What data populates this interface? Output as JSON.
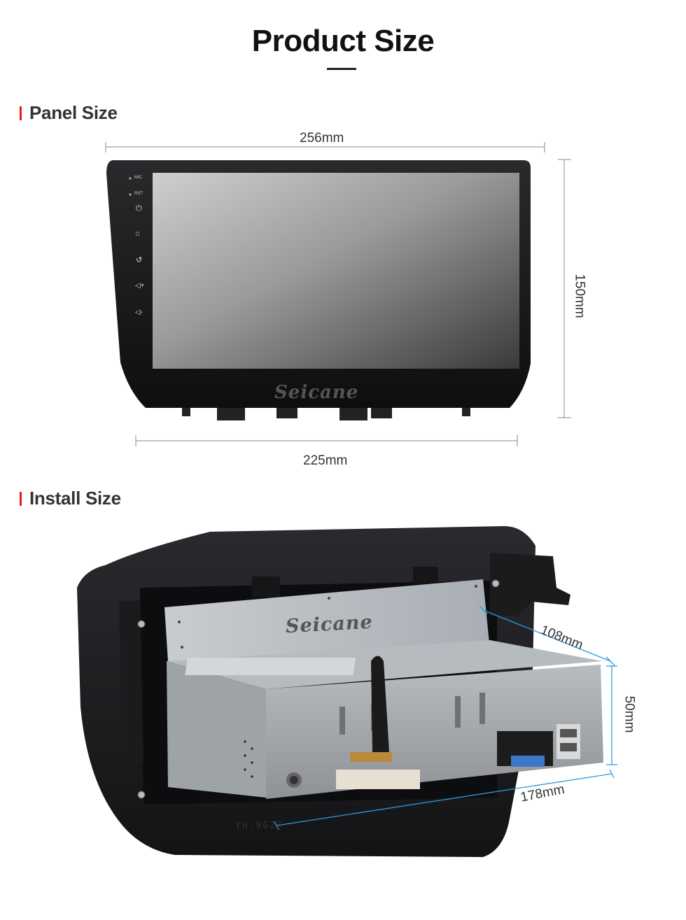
{
  "page": {
    "title": "Product Size"
  },
  "panel_section": {
    "heading": "Panel Size",
    "width_top": "256mm",
    "height_side": "150mm",
    "width_bottom": "225mm",
    "button_labels": {
      "mic": "MIC",
      "rst": "RST"
    },
    "icons": [
      "power-icon",
      "home-icon",
      "back-icon",
      "volume-up-icon",
      "volume-down-icon"
    ],
    "brand": "Seicane"
  },
  "install_section": {
    "heading": "Install Size",
    "depth": "108mm",
    "height": "50mm",
    "width": "178mm",
    "brand": "Seicane",
    "chassis_marking": "YH-9623"
  },
  "colors": {
    "accent_red": "#e02020",
    "dimension_blue": "#2f9ae0",
    "bezel": "#1a1a1c"
  }
}
